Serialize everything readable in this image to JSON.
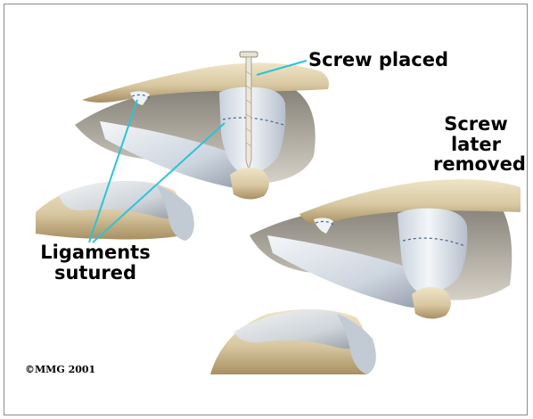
{
  "labels": {
    "screw_placed": "Screw placed",
    "screw_later_removed_line1": "Screw",
    "screw_later_removed_line2": "later",
    "screw_later_removed_line3": "removed",
    "ligaments_line1": "Ligaments",
    "ligaments_line2": "sutured"
  },
  "copyright": "©MMG 2001",
  "colors": {
    "bone": "#d9c9a3",
    "bone_shadow": "#b39c6f",
    "cartilage": "#dfe6ee",
    "cartilage_shadow": "#a9b3c0",
    "ligament": "#e8eef4",
    "pointer_line": "#2bc4d4",
    "frame_border": "#8a8a8a"
  }
}
